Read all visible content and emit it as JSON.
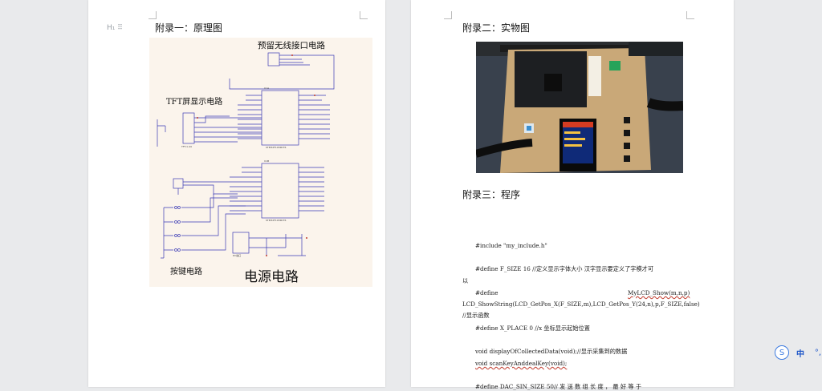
{
  "page1": {
    "heading": "附录一：原理图",
    "heading_mark": "H₁",
    "labels": {
      "wireless": "预留无线接口电路",
      "tft": "TFT屏显示电路",
      "keys": "按键电路",
      "power": "电源电路"
    }
  },
  "page2": {
    "heading_photo": "附录二：实物图",
    "heading_program": "附录三：程序",
    "code_lines": [
      "#include \"my_include.h\"",
      "#define F_SIZE          16 //定义显示字体大小  汉字显示要定义了字模才可",
      "以",
      "#define",
      "MyLCD_Show(m,n,p)",
      "LCD_ShowString(LCD_GetPos_X(F_SIZE,m),LCD_GetPos_Y(24,n),p,F_SIZE,false)",
      "//显示函数",
      "#define X_PLACE     0 //x 坐标显示起始位置",
      "void displayOfCollectedData(void);//显示采集到的数据",
      "void scanKeyAnddealKey(void);",
      "#define   DAC_SIN_SIZE          50//  发 送 数 组 长 度 ，  最 好 等 于"
    ]
  },
  "toolbar": {
    "sogou": "S",
    "lang": "中",
    "punct": "°,"
  },
  "colors": {
    "page_bg": "#ffffff",
    "desk_bg": "#e9eaec",
    "schematic_bg": "#fbf4ec",
    "wire": "#3b3bb5"
  }
}
